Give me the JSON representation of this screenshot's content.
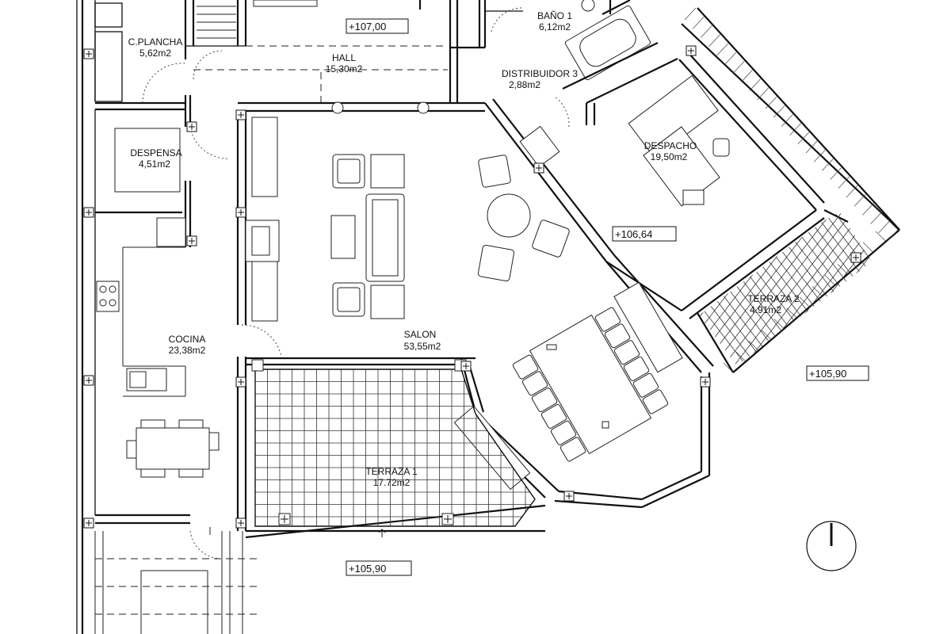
{
  "rooms": [
    {
      "id": "c-plancha",
      "name": "C.PLANCHA",
      "area": "5,62m2"
    },
    {
      "id": "hall",
      "name": "HALL",
      "area": "15,30m2"
    },
    {
      "id": "bano-1",
      "name": "BAÑO  1",
      "area": "6,12m2"
    },
    {
      "id": "distribuidor-3",
      "name": "DISTRIBUIDOR 3",
      "area": "2,88m2"
    },
    {
      "id": "despensa",
      "name": "DESPENSA",
      "area": "4,51m2"
    },
    {
      "id": "despacho",
      "name": "DESPACHO",
      "area": "19,50m2"
    },
    {
      "id": "terraza-2",
      "name": "TERRAZA  2",
      "area": "4.91m2"
    },
    {
      "id": "cocina",
      "name": "COCINA",
      "area": "23,38m2"
    },
    {
      "id": "salon",
      "name": "SALON",
      "area": "53,55m2"
    },
    {
      "id": "terraza-1",
      "name": "TERRAZA  1",
      "area": "17.72m2"
    }
  ],
  "levels": [
    {
      "id": "hall-level",
      "text": "+107,00"
    },
    {
      "id": "despacho-level",
      "text": "+106,64"
    },
    {
      "id": "exterior-east-level",
      "text": "+105,90"
    },
    {
      "id": "exterior-south-level",
      "text": "+105,90"
    }
  ],
  "icons": [
    "north-arrow-icon",
    "level-marker-icon",
    "door-swing-icon",
    "chair-icon",
    "sofa-icon",
    "bathtub-icon",
    "sink-icon",
    "cooktop-icon"
  ],
  "colors": {
    "line": "#111111",
    "background": "#ffffff"
  }
}
